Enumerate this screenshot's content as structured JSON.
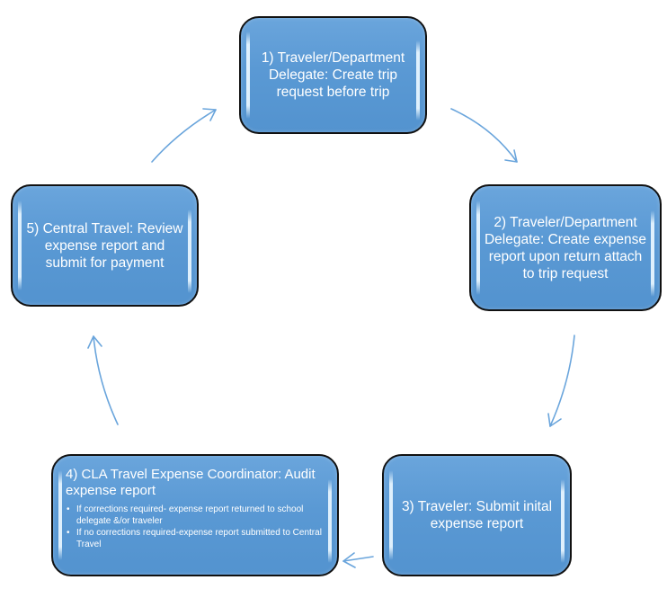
{
  "diagram": {
    "type": "cycle",
    "line_color": "#5b9bd5",
    "box_fill": "#5b9bd5",
    "box_border": "#111111",
    "text_color": "#ffffff",
    "steps": [
      {
        "id": 1,
        "text": "1) Traveler/Department Delegate: Create trip request before trip"
      },
      {
        "id": 2,
        "text": "2) Traveler/Department Delegate: Create expense report upon return attach to trip request"
      },
      {
        "id": 3,
        "text": "3) Traveler: Submit inital expense report"
      },
      {
        "id": 4,
        "text": "4) CLA Travel Expense Coordinator: Audit expense report",
        "bullets": [
          "If corrections required- expense report returned to school delegate &/or traveler",
          "If no corrections required-expense report submitted to Central Travel"
        ],
        "bullet_symbol": "•"
      },
      {
        "id": 5,
        "text": "5) Central Travel: Review expense report and submit for payment"
      }
    ],
    "connections": [
      {
        "from": 1,
        "to": 2
      },
      {
        "from": 2,
        "to": 3
      },
      {
        "from": 3,
        "to": 4
      },
      {
        "from": 4,
        "to": 5
      },
      {
        "from": 5,
        "to": 1
      }
    ]
  }
}
